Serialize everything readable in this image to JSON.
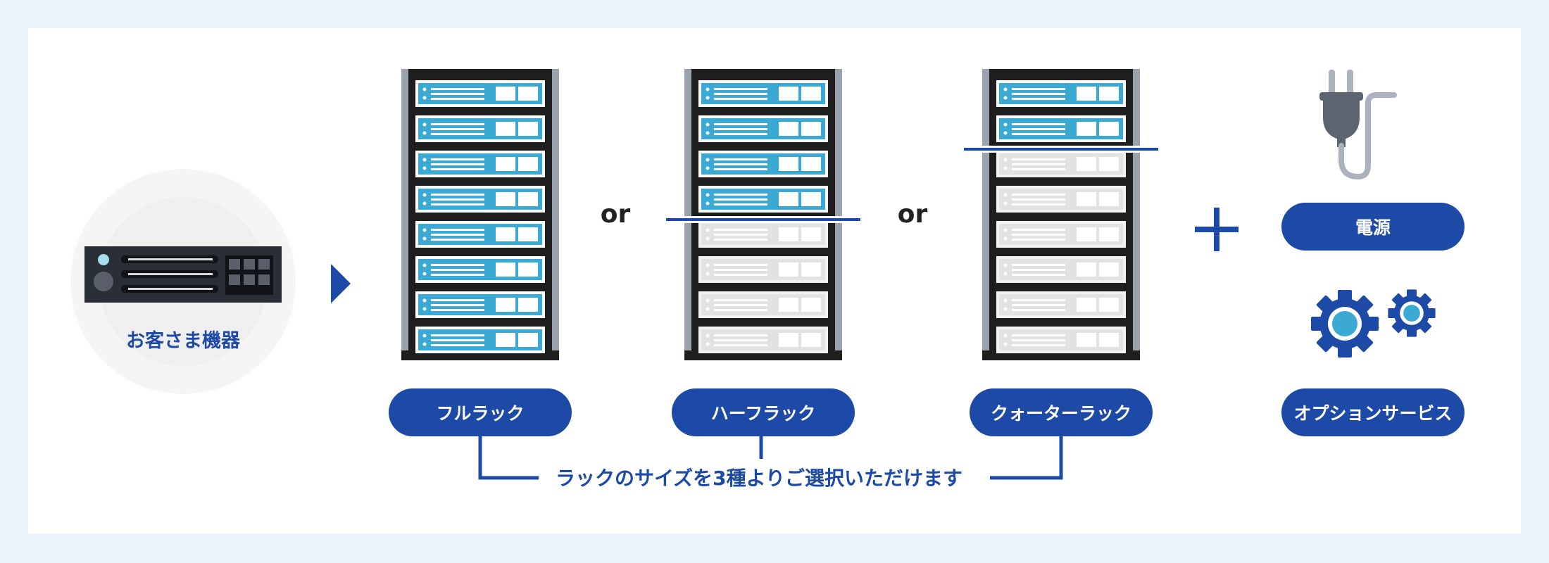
{
  "customer": {
    "label": "お客さま機器"
  },
  "racks": [
    {
      "label": "フルラック",
      "active_units": 8
    },
    {
      "label": "ハーフラック",
      "active_units": 4
    },
    {
      "label": "クォーターラック",
      "active_units": 2
    }
  ],
  "total_units": 8,
  "separator": "or",
  "plus": "+",
  "options": {
    "power_label": "電源",
    "service_label": "オプションサービス"
  },
  "caption": "ラックのサイズを3種よりご選択いただけます",
  "colors": {
    "brand": "#1d49a7",
    "server_active": "#3aa9d3",
    "server_inactive": "#e2e2e2",
    "rack_frame": "#1e1e1e",
    "background": "#ebf4fd"
  },
  "icons": [
    "server-icon",
    "arrow-right-icon",
    "rack-icon",
    "plug-icon",
    "gear-icon"
  ]
}
